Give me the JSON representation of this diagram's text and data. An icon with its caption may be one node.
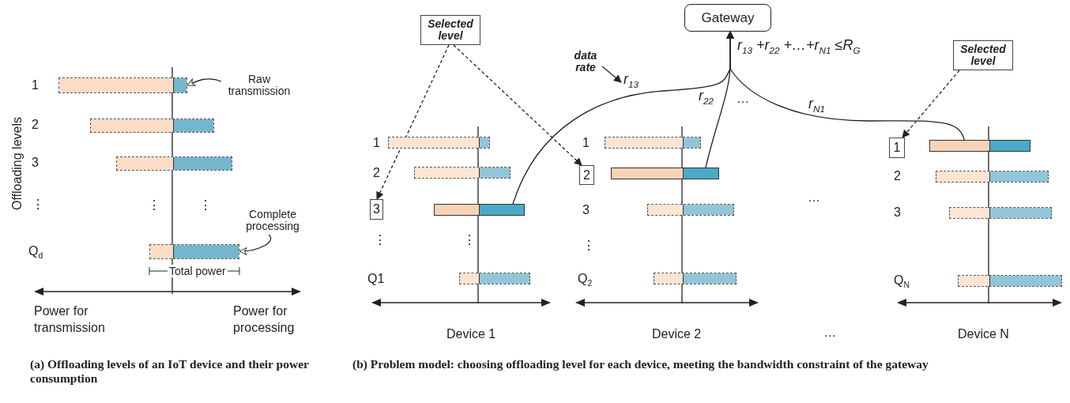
{
  "diagram": {
    "nodes": [
      {
        "text": [
          "Gateway"
        ]
      },
      {
        "text": [
          "Selected level"
        ]
      },
      {
        "text": [
          "Selected level"
        ]
      },
      {
        "text": [
          "3"
        ]
      },
      {
        "text": [
          "2"
        ]
      },
      {
        "text": [
          "1"
        ]
      },
      {
        "text": [],
        "shape": "bar"
      },
      {
        "text": [],
        "shape": "bar"
      },
      {
        "text": [],
        "shape": "bar"
      },
      {
        "text": [
          "data rate"
        ]
      },
      {
        "text": [
          "Raw transmission"
        ]
      },
      {
        "text": [],
        "shape": "bar"
      },
      {
        "text": [
          "Complete processing"
        ]
      },
      {
        "text": [],
        "shape": "bar"
      },
      {
        "text": [],
        "shape": "bar"
      },
      {
        "text": [],
        "shape": "bar"
      },
      {
        "text": [],
        "shape": "bar"
      },
      {
        "text": [],
        "shape": "bar"
      },
      {
        "text": [],
        "shape": "bar"
      },
      {
        "text": [],
        "shape": "bar"
      },
      {
        "text": [],
        "shape": "bar"
      },
      {
        "text": [],
        "shape": "bar"
      },
      {
        "text": [],
        "shape": "bar"
      },
      {
        "text": [],
        "shape": "bar"
      },
      {
        "text": [],
        "shape": "bar"
      }
    ],
    "edges": [
      {
        "from": 6,
        "to": 0,
        "arrow": "to",
        "label": "r$_{1}$$_{3}$"
      },
      {
        "from": 7,
        "to": 0,
        "arrow": "to",
        "label": "r$_{2}$$_{2}$"
      },
      {
        "from": 8,
        "to": 0,
        "arrow": "to",
        "label": "r$_{N}$$_{1}$"
      },
      {
        "from": 1,
        "to": 3,
        "arrow": "to",
        "style": "dashed"
      },
      {
        "from": 1,
        "to": 4,
        "arrow": "to",
        "style": "dashed"
      },
      {
        "from": 2,
        "to": 5,
        "arrow": "to",
        "style": "dashed"
      },
      {
        "from": 9,
        "to": null,
        "arrow": "to"
      },
      {
        "from": 10,
        "to": 11,
        "arrow": "to"
      },
      {
        "from": 12,
        "to": 13,
        "arrow": "to"
      }
    ],
    "labels": [
      "Offloading levels",
      "1",
      "2",
      "3",
      "⋮",
      "Q$_{d}$",
      "⋮",
      "⋮",
      "Total power",
      "Power for transmission",
      "Power for processing",
      "r$_{1}$$_{3}$ +r$_{2}$$_{2}$ +…+r$_{N}$$_{1}$ ≤R$_{G}$",
      "…",
      "1",
      "2",
      "⋮",
      "⋮",
      "Q1",
      "1",
      "3",
      "⋮",
      "Q$_{2}$",
      "…",
      "2",
      "3",
      "Q$_{N}$",
      "Device 1",
      "Device 2",
      "…",
      "Device N",
      "(a) Offloading levels of an IoT device and their power consumption",
      "(b) Problem model: choosing offloading level for each device, meeting the bandwidth constraint of the gateway"
    ]
  }
}
